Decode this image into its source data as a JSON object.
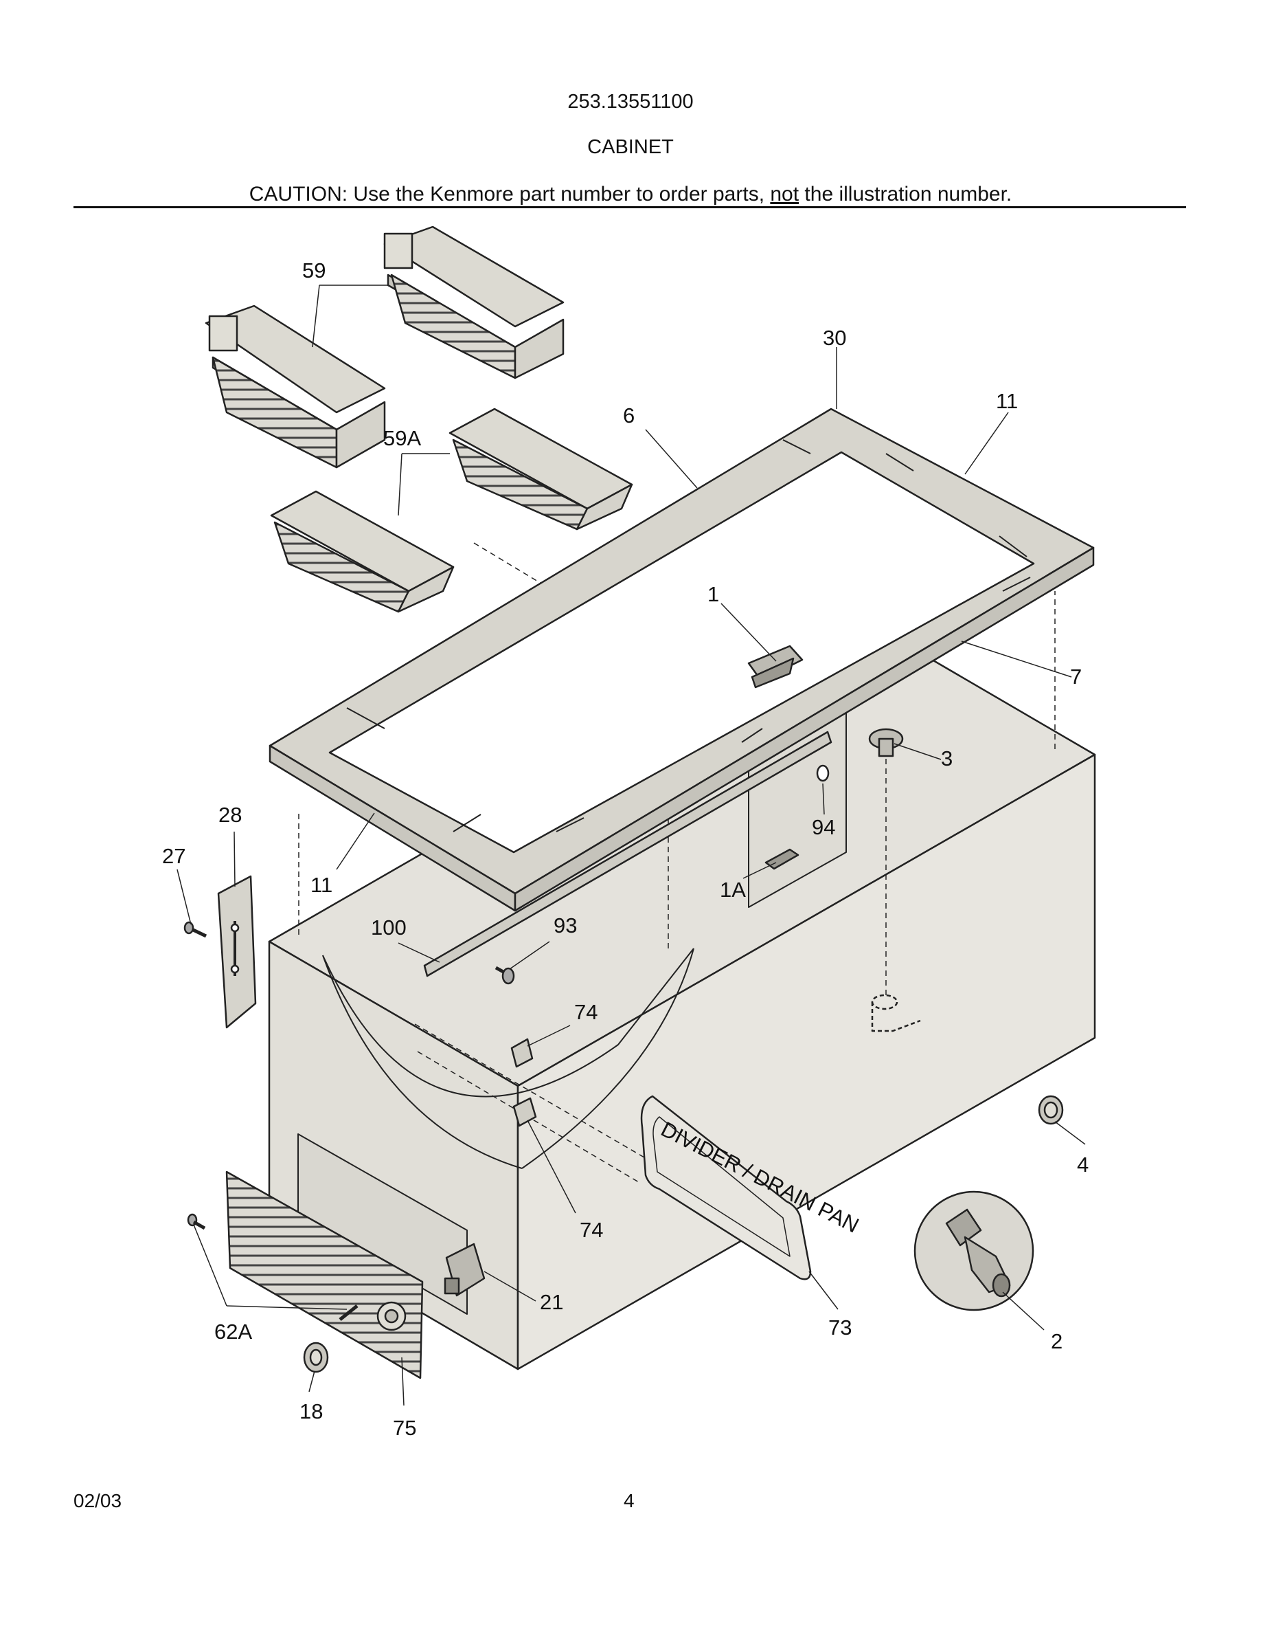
{
  "header": {
    "model_number": "253.13551100",
    "section_title": "CABINET",
    "caution_prefix": "CAUTION: Use the Kenmore part number to order parts, ",
    "caution_emph": "not",
    "caution_suffix": " the illustration number."
  },
  "diagram": {
    "callouts": [
      "59",
      "30",
      "11",
      "6",
      "59A",
      "1",
      "7",
      "3",
      "94",
      "28",
      "27",
      "11",
      "1A",
      "100",
      "93",
      "74",
      "4",
      "74",
      "73",
      "21",
      "2",
      "62A",
      "18",
      "75"
    ],
    "drain_pan_text": "DIVIDER / DRAIN PAN"
  },
  "footer": {
    "date": "02/03",
    "page": "4"
  },
  "colors": {
    "cabinet_fill": "#e4e2dc",
    "line": "#222222",
    "background": "#ffffff"
  }
}
